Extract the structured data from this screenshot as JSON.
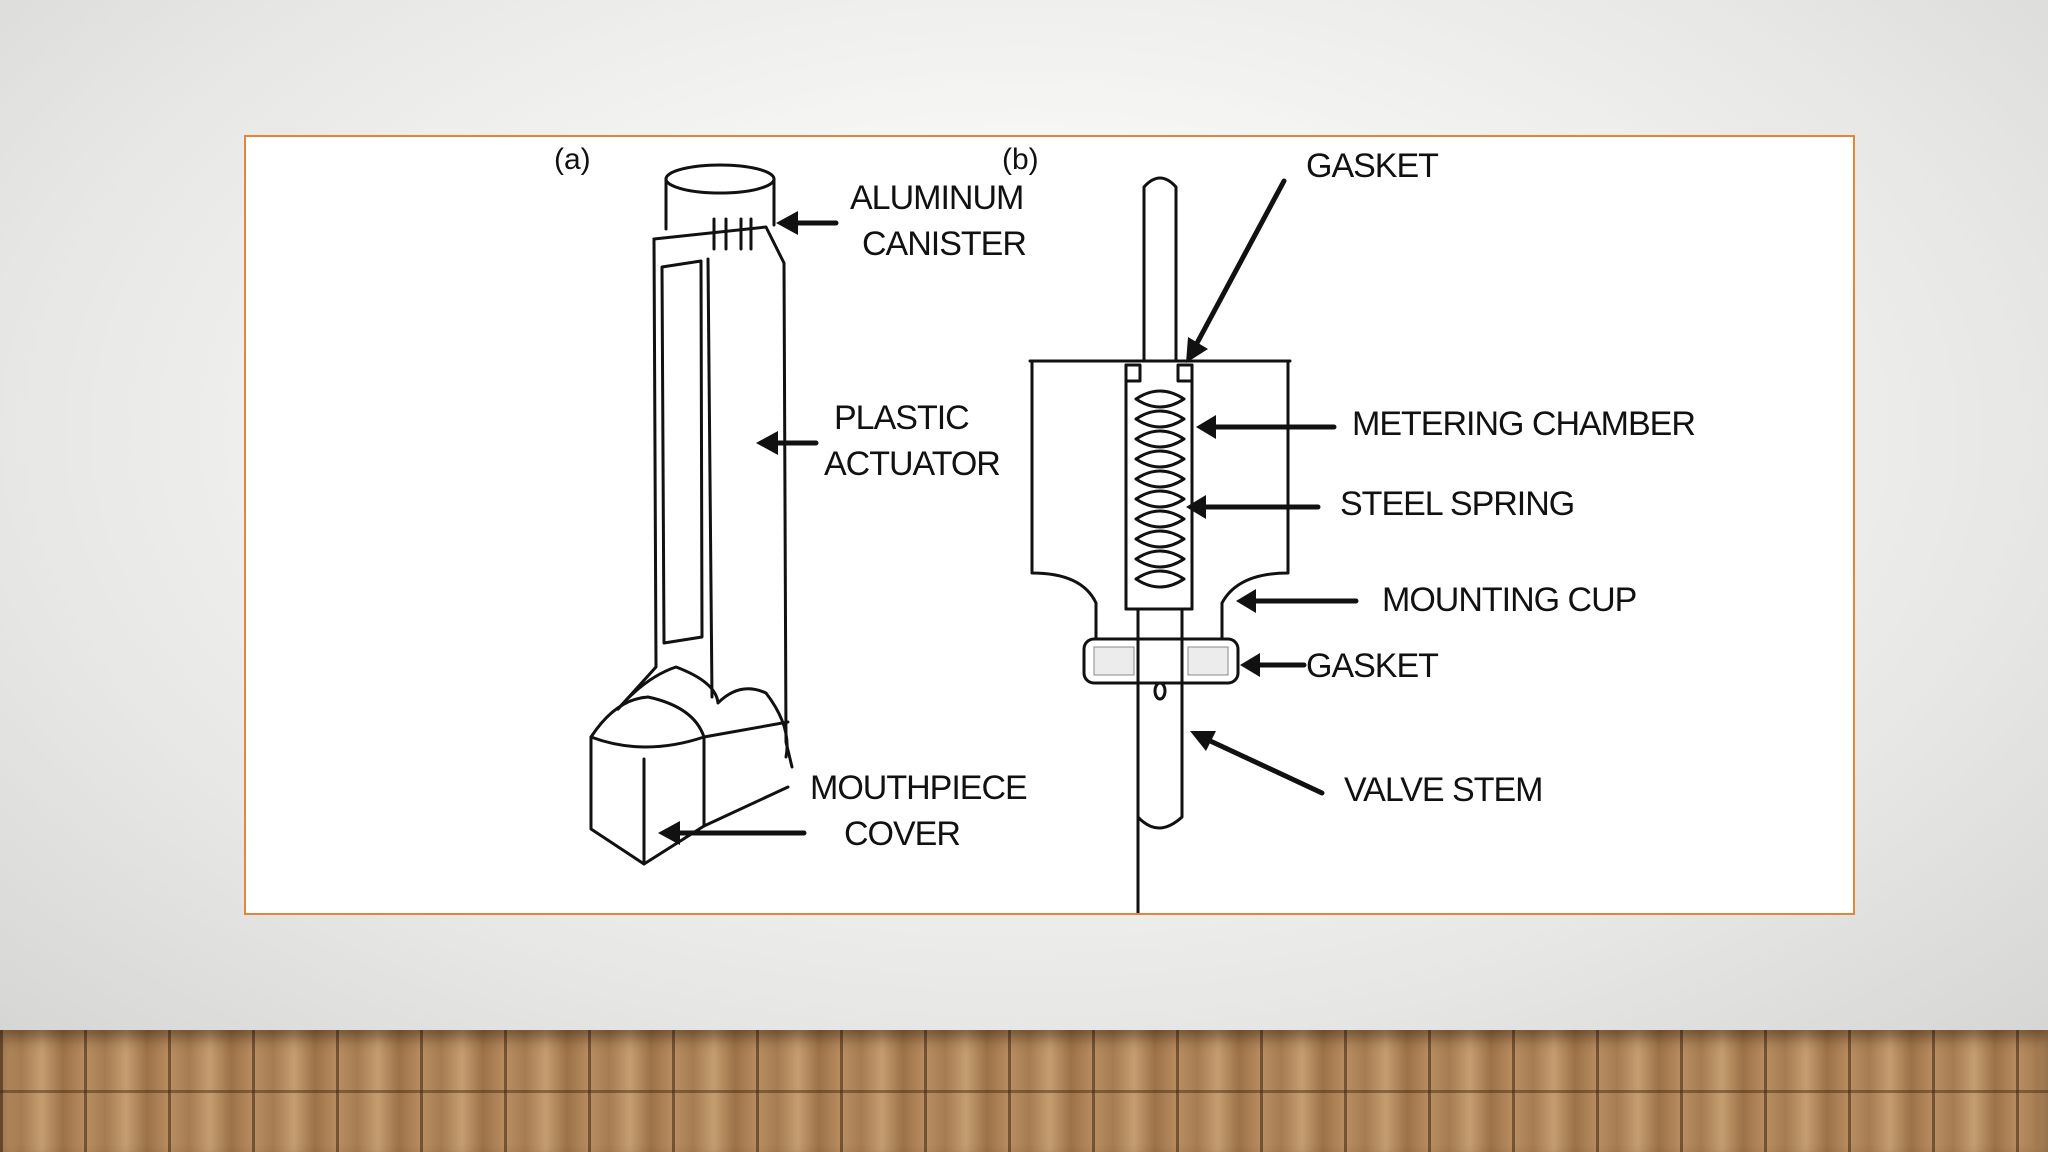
{
  "panel_a": {
    "tag": "(a)",
    "labels": {
      "canister_1": "ALUMINUM",
      "canister_2": "CANISTER",
      "actuator_1": "PLASTIC",
      "actuator_2": "ACTUATOR",
      "cover_1": "MOUTHPIECE",
      "cover_2": "COVER"
    }
  },
  "panel_b": {
    "tag": "(b)",
    "labels": {
      "gasket_top": "GASKET",
      "metering_chamber": "METERING CHAMBER",
      "steel_spring": "STEEL SPRING",
      "mounting_cup": "MOUNTING CUP",
      "gasket_bottom": "GASKET",
      "valve_stem": "VALVE STEM"
    }
  },
  "colors": {
    "frame_border": "#e8833a",
    "line": "#111111"
  }
}
